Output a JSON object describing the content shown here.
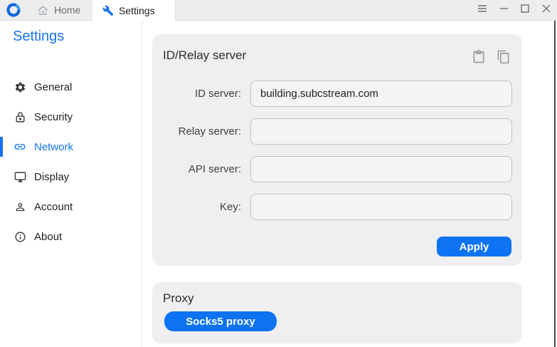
{
  "titlebar": {
    "tabs": [
      {
        "label": "Home",
        "icon": "home-icon",
        "active": false
      },
      {
        "label": "Settings",
        "icon": "wrench-icon",
        "active": true
      }
    ],
    "window_controls": [
      "menu",
      "minimize",
      "maximize",
      "close"
    ]
  },
  "sidebar": {
    "title": "Settings",
    "items": [
      {
        "label": "General",
        "icon": "gear-icon",
        "active": false
      },
      {
        "label": "Security",
        "icon": "lock-icon",
        "active": false
      },
      {
        "label": "Network",
        "icon": "link-icon",
        "active": true
      },
      {
        "label": "Display",
        "icon": "monitor-icon",
        "active": false
      },
      {
        "label": "Account",
        "icon": "person-icon",
        "active": false
      },
      {
        "label": "About",
        "icon": "info-icon",
        "active": false
      }
    ]
  },
  "main": {
    "id_relay_card": {
      "title": "ID/Relay server",
      "icons": [
        "paste-icon",
        "copy-icon"
      ],
      "fields": [
        {
          "label": "ID server:",
          "value": "building.subcstream.com"
        },
        {
          "label": "Relay server:",
          "value": ""
        },
        {
          "label": "API server:",
          "value": ""
        },
        {
          "label": "Key:",
          "value": ""
        }
      ],
      "apply_label": "Apply"
    },
    "proxy_card": {
      "title": "Proxy",
      "socks5_button_label": "Socks5 proxy"
    }
  },
  "colors": {
    "accent": "#1673f0",
    "button_blue": "#0d73f2",
    "card_background": "#efeff1",
    "titlebar_background": "#ededee"
  }
}
